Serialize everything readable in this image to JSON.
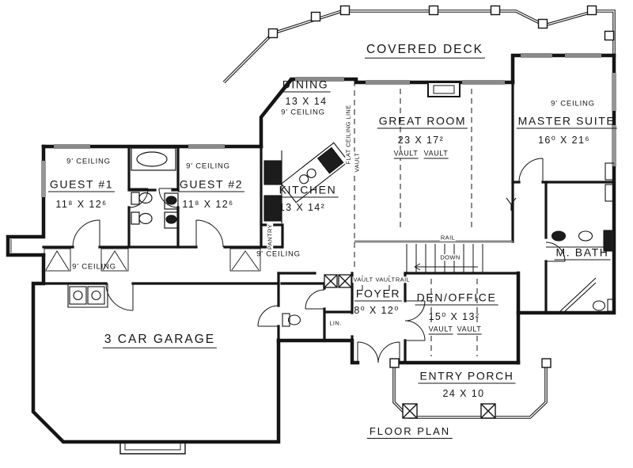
{
  "colors": {
    "ink": "#151515",
    "paper": "#ffffff"
  },
  "title": "FLOOR PLAN",
  "deck": {
    "label": "COVERED DECK"
  },
  "rooms": {
    "dining": {
      "name": "DINING",
      "dims": "13 X 14",
      "ceiling": "9' CEILING"
    },
    "great_room": {
      "name": "GREAT ROOM",
      "dims": "23 X 17²",
      "vault_a": "VAULT",
      "vault_b": "VAULT"
    },
    "master_suite": {
      "name": "MASTER SUITE",
      "dims": "16⁰ X 21⁶",
      "ceiling": "9' CEILING"
    },
    "guest_1": {
      "name": "GUEST #1",
      "dims": "11⁸ X 12⁶",
      "ceiling": "9' CEILING"
    },
    "guest_2": {
      "name": "GUEST #2",
      "dims": "11⁸ X 12⁶",
      "ceiling": "9' CEILING"
    },
    "kitchen": {
      "name": "KITCHEN",
      "dims": "13 X 14²"
    },
    "master_bath": {
      "name": "M. BATH"
    },
    "foyer": {
      "name": "FOYER",
      "dims": "8⁰ X 12⁰"
    },
    "den_office": {
      "name": "DEN/OFFICE",
      "dims": "15⁰ X 13²",
      "vault_a": "VAULT",
      "vault_b": "VAULT"
    },
    "garage": {
      "name": "3 CAR GARAGE"
    },
    "entry_porch": {
      "name": "ENTRY PORCH",
      "dims": "24 X 10"
    }
  },
  "annotations": {
    "hall_ceiling": "9' CEILING",
    "mid_ceiling": "9' CEILING",
    "pantry": "PANTRY",
    "rail": "RAIL",
    "down": "DOWN",
    "linen": "LIN.",
    "foyer_vault_a": "VAULT",
    "foyer_vault_b": "VAULT",
    "foyer_rail": "RAIL",
    "flat_ceiling_line": "FLAT CEILING LINE",
    "flat_ceiling_vault": "VAULT"
  }
}
